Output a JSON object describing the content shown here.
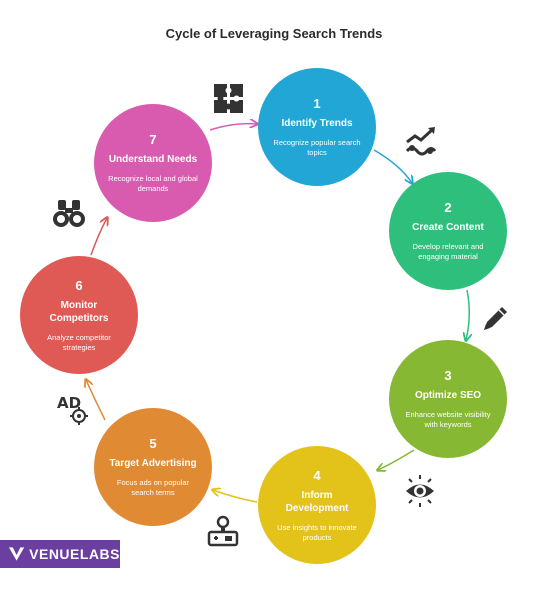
{
  "title": "Cycle of Leveraging Search Trends",
  "steps": [
    {
      "number": "1",
      "name": "Identify Trends",
      "desc": "Recognize popular search topics",
      "color": "#22a6d6",
      "icon": "puzzle-icon"
    },
    {
      "number": "2",
      "name": "Create Content",
      "desc": "Develop relevant and engaging material",
      "color": "#2fbf7c",
      "icon": "trend-chart-icon"
    },
    {
      "number": "3",
      "name": "Optimize SEO",
      "desc": "Enhance website visibility with keywords",
      "color": "#86b833",
      "icon": "pen-icon"
    },
    {
      "number": "4",
      "name": "Inform Development",
      "desc": "Use insights to innovate products",
      "color": "#e3c31a",
      "icon": "eye-icon"
    },
    {
      "number": "5",
      "name": "Target Advertising",
      "desc": "Focus ads on popular search terms",
      "color": "#e08a33",
      "icon": "lightbulb-device-icon"
    },
    {
      "number": "6",
      "name": "Monitor Competitors",
      "desc": "Analyze competitor strategies",
      "color": "#e05a55",
      "icon": "ad-target-icon"
    },
    {
      "number": "7",
      "name": "Understand Needs",
      "desc": "Recognize local and global demands",
      "color": "#d95bb0",
      "icon": "binoculars-icon"
    }
  ],
  "logo": {
    "text": "VENUELABS",
    "mark": "V"
  }
}
